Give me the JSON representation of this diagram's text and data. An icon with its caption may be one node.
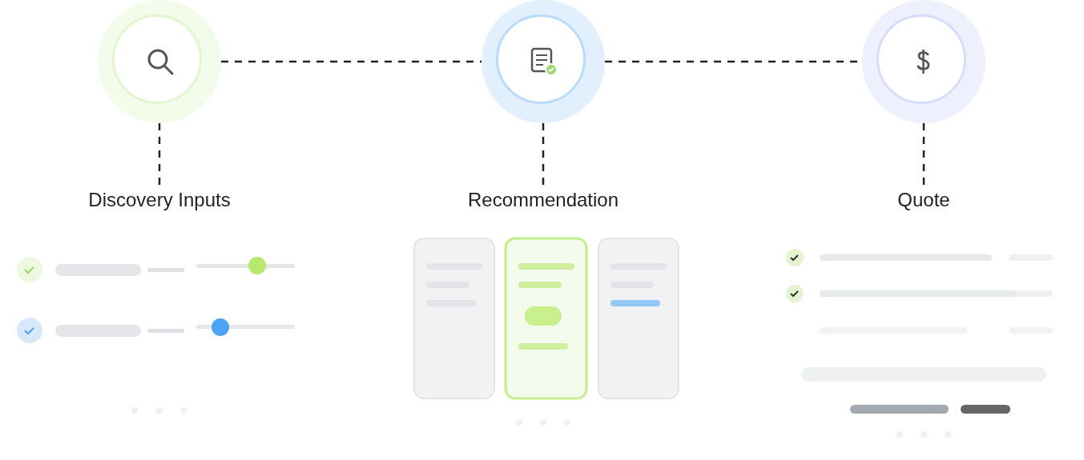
{
  "diagram": {
    "nodes": [
      {
        "text": [],
        "shape": "circle"
      },
      {
        "text": [],
        "shape": "circle"
      },
      {
        "text": [],
        "shape": "circle"
      },
      {
        "text": [
          "Discovery Inputs"
        ]
      },
      {
        "text": [
          "Recommendation"
        ]
      },
      {
        "text": [
          "Quote"
        ]
      }
    ],
    "edges": [
      {
        "from": 0,
        "to": 1,
        "arrow": "none",
        "style": "dashed"
      },
      {
        "from": 1,
        "to": 2,
        "arrow": "none",
        "style": "dashed"
      },
      {
        "from": 0,
        "to": 3,
        "arrow": "none",
        "style": "dashed"
      },
      {
        "from": 1,
        "to": 4,
        "arrow": "none",
        "style": "dashed"
      },
      {
        "from": 2,
        "to": 5,
        "arrow": "none",
        "style": "dashed"
      }
    ]
  }
}
